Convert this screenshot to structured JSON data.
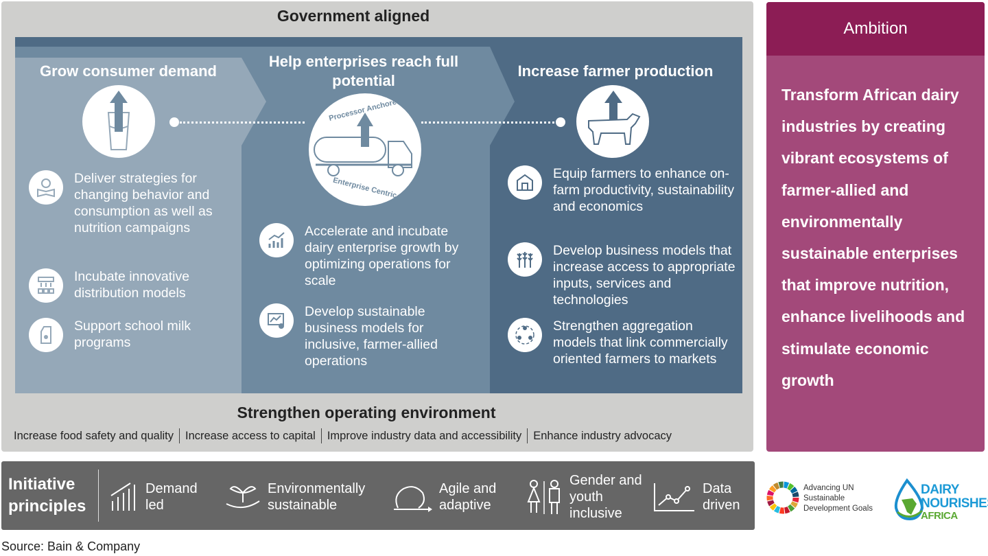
{
  "header": "Government aligned",
  "pillars": [
    {
      "title": "Grow consumer demand",
      "icon": "milk-glass-arrow-icon",
      "items": [
        {
          "icon": "reading-person-icon",
          "text": "Deliver strategies for changing behavior and consumption as well as nutrition campaigns"
        },
        {
          "icon": "distribution-icon",
          "text": "Incubate innovative distribution models"
        },
        {
          "icon": "milk-carton-icon",
          "text": "Support school milk programs"
        }
      ]
    },
    {
      "title": "Help enterprises reach full potential",
      "icon": "milk-truck-icon",
      "badge_top": "Processor Anchored",
      "badge_bottom": "Enterprise Centric",
      "items": [
        {
          "icon": "growth-chart-icon",
          "text": "Accelerate and incubate dairy enterprise growth by optimizing operations for scale"
        },
        {
          "icon": "business-model-icon",
          "text": "Develop sustainable business models for inclusive, farmer-allied operations"
        }
      ]
    },
    {
      "title": "Increase farmer production",
      "icon": "cow-arrow-icon",
      "items": [
        {
          "icon": "farm-barn-icon",
          "text": "Equip farmers to enhance on-farm productivity, sustainability and economics"
        },
        {
          "icon": "crops-icon",
          "text": "Develop business models that increase access to appropriate inputs, services and technologies"
        },
        {
          "icon": "group-people-icon",
          "text": "Strengthen aggregation models that link commercially oriented farmers to markets"
        }
      ]
    }
  ],
  "operating_env": {
    "title": "Strengthen operating environment",
    "items": [
      "Increase food safety and quality",
      "Increase access to capital",
      "Improve industry data and accessibility",
      "Enhance industry advocacy"
    ]
  },
  "ambition": {
    "title": "Ambition",
    "text": "Transform African dairy industries by creating vibrant ecosystems of farmer-allied and environmentally sustainable enterprises that improve nutrition, enhance livelihoods and stimulate economic growth"
  },
  "principles": {
    "title": "Initiative principles",
    "items": [
      {
        "icon": "bar-growth-icon",
        "label": "Demand led"
      },
      {
        "icon": "plant-hand-icon",
        "label": "Environmentally sustainable"
      },
      {
        "icon": "cycle-arrow-icon",
        "label": "Agile and adaptive"
      },
      {
        "icon": "gender-icon",
        "label": "Gender and youth inclusive"
      },
      {
        "icon": "line-chart-icon",
        "label": "Data driven"
      }
    ]
  },
  "logos": {
    "sdg": "Advancing UN Sustainable Development Goals",
    "dna_line1": "DAIRY",
    "dna_line2": "NOURISHES",
    "dna_line3": "AFRICA"
  },
  "source": "Source: Bain & Company",
  "colors": {
    "dark": "#4f6b85",
    "mid": "#6f8aa0",
    "light": "#95a8b8",
    "ambition": "#a3497a",
    "ambition_head": "#8c1d55"
  }
}
